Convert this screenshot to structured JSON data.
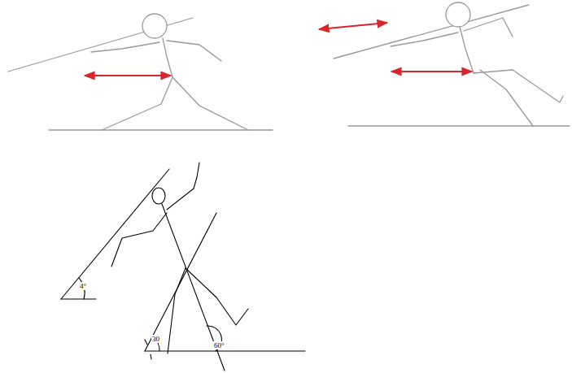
{
  "diagram": {
    "labels": [
      "4°",
      "30",
      "60°"
    ]
  }
}
